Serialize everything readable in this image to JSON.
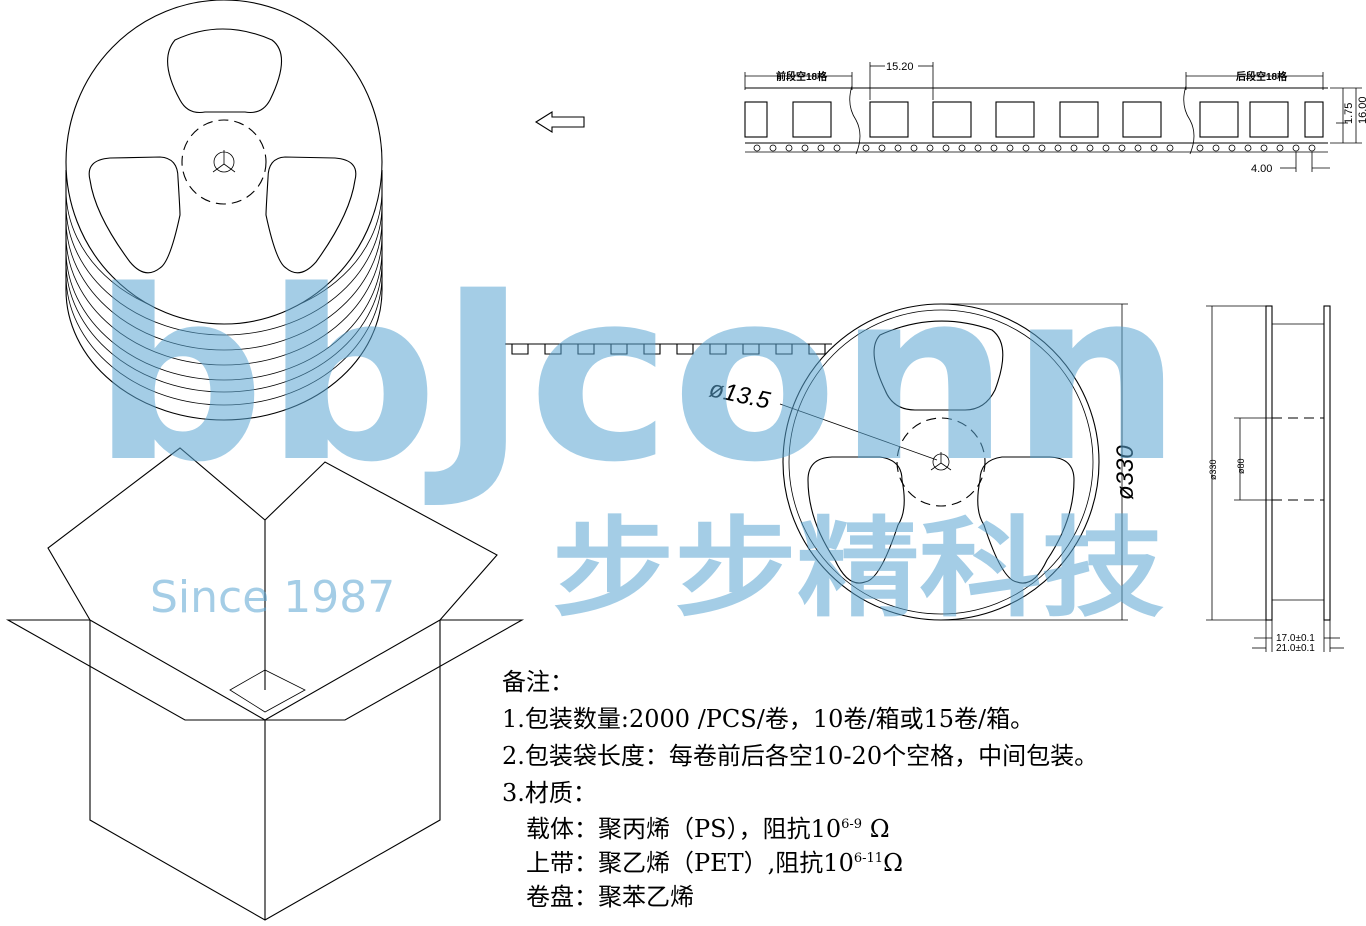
{
  "watermark": {
    "brand": "bbJconn",
    "since": "Since 1987",
    "cn": "步步精科技",
    "color": "#5aa6d3"
  },
  "tape": {
    "label_front": "前段空18格",
    "label_back": "后段空18格",
    "pitch": "15.20",
    "hole_offset": "1.75",
    "width": "16.00",
    "hole_pitch": "4.00"
  },
  "reel": {
    "hub_diameter": "ø13.5",
    "reel_diameter": "ø330",
    "side_outer": "ø330",
    "side_hub": "ø80",
    "width_inner": "17.0±0.1",
    "width_outer": "21.0±0.1"
  },
  "notes": {
    "title": "备注：",
    "line1": "1.包装数量:2000 /PCS/卷，10卷/箱或15卷/箱。",
    "line2": "2.包装袋长度：每卷前后各空10-20个空格，中间包装。",
    "line3": "3.材质：",
    "carrier_prefix": "载体：聚丙烯（PS），阻抗10",
    "carrier_exp": "6-9",
    "carrier_unit": "Ω",
    "cover_prefix": "上带：聚乙烯（PET）,阻抗10",
    "cover_exp": "6-11",
    "cover_unit": "Ω",
    "reel_material": "卷盘：聚苯乙烯"
  }
}
